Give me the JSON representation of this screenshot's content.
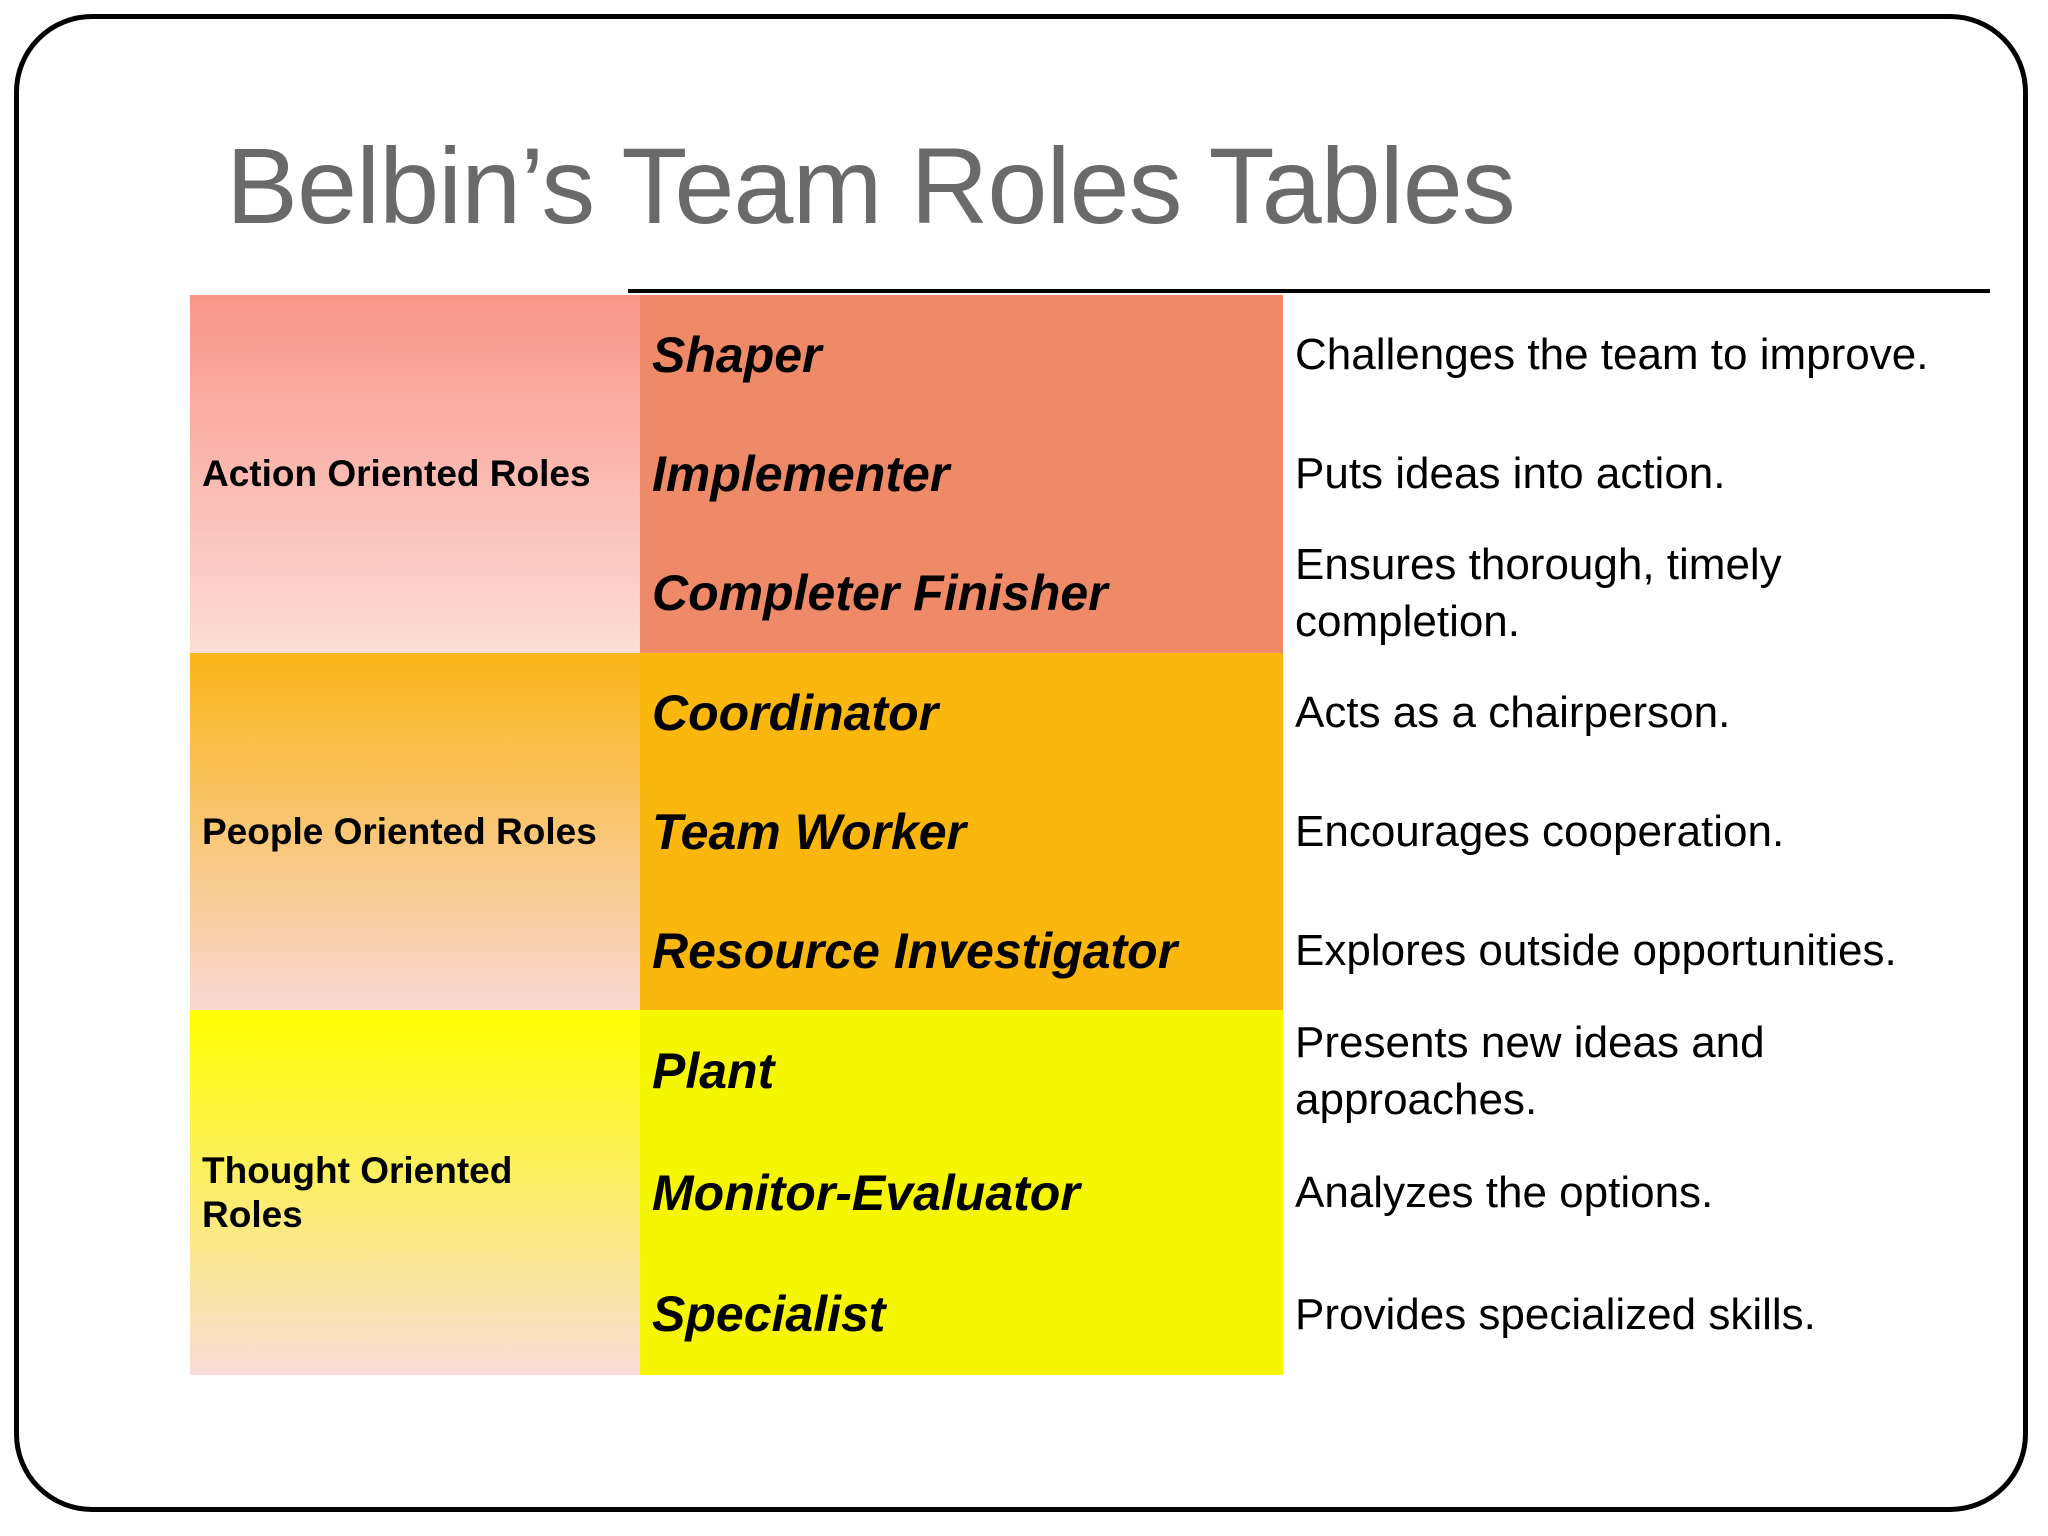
{
  "slide": {
    "title": "Belbin’s Team Roles Tables",
    "title_color": "#6a6a6a",
    "border_color": "#000000",
    "background": "#ffffff"
  },
  "table": {
    "rows": [
      {
        "category": "Action Oriented Roles",
        "category_bg_top": "#F9968B",
        "category_bg_bottom": "#FBDDD7",
        "roles_bg": "#EF8A68",
        "roles": [
          {
            "name": "Shaper",
            "description": "Challenges the team to improve."
          },
          {
            "name": "Implementer",
            "description": "Puts ideas into action."
          },
          {
            "name": "Completer Finisher",
            "description": "Ensures thorough, timely\ncompletion."
          }
        ]
      },
      {
        "category": "People Oriented Roles",
        "category_bg_top": "#FAB518",
        "category_bg_bottom": "#F8D8D4",
        "roles_bg": "#FBB70D",
        "roles": [
          {
            "name": "Coordinator",
            "description": "Acts as a chairperson."
          },
          {
            "name": "Team Worker",
            "description": "Encourages cooperation."
          },
          {
            "name": "Resource Investigator",
            "description": "Explores outside opportunities."
          }
        ]
      },
      {
        "category": "Thought Oriented\nRoles",
        "category_bg_top": "#FEFE00",
        "category_bg_bottom": "#F9DCD8",
        "roles_bg": "#F6F600",
        "roles": [
          {
            "name": "Plant",
            "description": "Presents new ideas and\napproaches."
          },
          {
            "name": "Monitor-Evaluator",
            "description": "Analyzes the options."
          },
          {
            "name": "Specialist",
            "description": "Provides specialized skills."
          }
        ]
      }
    ]
  }
}
